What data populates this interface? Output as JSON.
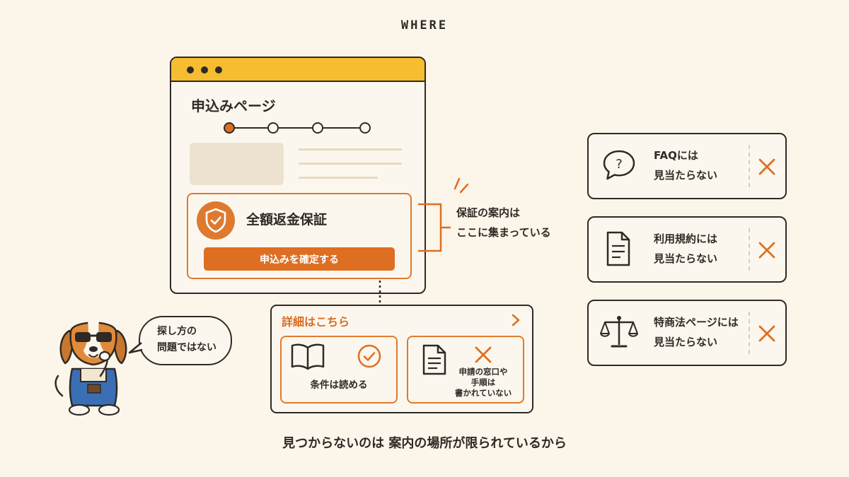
{
  "heading": "WHERE",
  "browser": {
    "page_title": "申込みページ",
    "steps": 4,
    "current_step": 1,
    "guarantee_title": "全額返金保証",
    "confirm_button": "申込みを確定する"
  },
  "annotation": {
    "line1": "保証の案内は",
    "line2": "ここに集まっている"
  },
  "details": {
    "title": "詳細はこちら",
    "card_ok": {
      "text": "条件は読める",
      "icon": "book-icon",
      "status_icon": "check-circle-icon"
    },
    "card_ng": {
      "lines": [
        "申請の窓口や",
        "手順は",
        "書かれていない"
      ],
      "icon": "document-icon",
      "status_icon": "cross-icon"
    }
  },
  "cards": [
    {
      "icon": "question-bubble-icon",
      "line1": "FAQには",
      "line2": "見当たらない",
      "status_icon": "cross-icon"
    },
    {
      "icon": "document-icon",
      "line1": "利用規約には",
      "line2": "見当たらない",
      "status_icon": "cross-icon"
    },
    {
      "icon": "scale-icon",
      "line1": "特商法ページには",
      "line2": "見当たらない",
      "status_icon": "cross-icon"
    }
  ],
  "speech": {
    "line1": "探し方の",
    "line2": "問題ではない"
  },
  "caption": "見つからないのは 案内の場所が限られているから",
  "colors": {
    "accent": "#de6f22",
    "browser_bar": "#f5bd2f",
    "background": "#fbf5ea",
    "ink": "#2f2a24"
  }
}
